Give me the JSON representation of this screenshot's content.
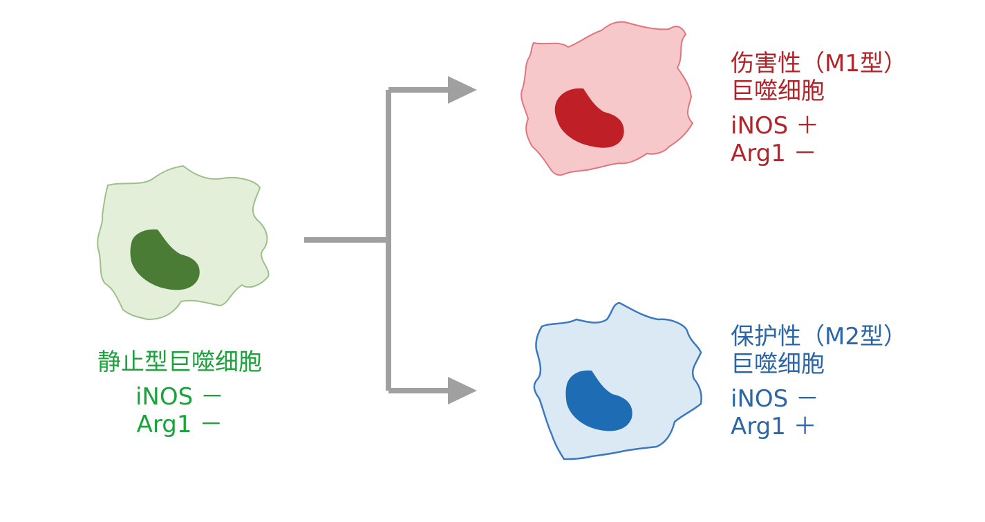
{
  "colors": {
    "resting_text": "#1aa33a",
    "resting_fill": "#e3efd9",
    "resting_outline": "#9dbf8a",
    "resting_nucleus": "#4a7c35",
    "m1_text": "#b0242a",
    "m1_fill": "#f6c8ca",
    "m1_outline": "#e0767b",
    "m1_nucleus": "#bf1f27",
    "m2_text": "#2b66a6",
    "m2_fill": "#dbe9f5",
    "m2_outline": "#3a78bf",
    "m2_nucleus": "#1e6db4",
    "arrow": "#a0a0a0"
  },
  "resting": {
    "name": "静止型巨噬细胞",
    "marker1": "iNOS －",
    "marker2": "Arg1 －"
  },
  "m1": {
    "name_line1": "伤害性（M1型）",
    "name_line2": "巨噬细胞",
    "marker1": "iNOS ＋",
    "marker2": "Arg1 －"
  },
  "m2": {
    "name_line1": "保护性（M2型）",
    "name_line2": "巨噬细胞",
    "marker1": "iNOS －",
    "marker2": "Arg1 ＋"
  }
}
